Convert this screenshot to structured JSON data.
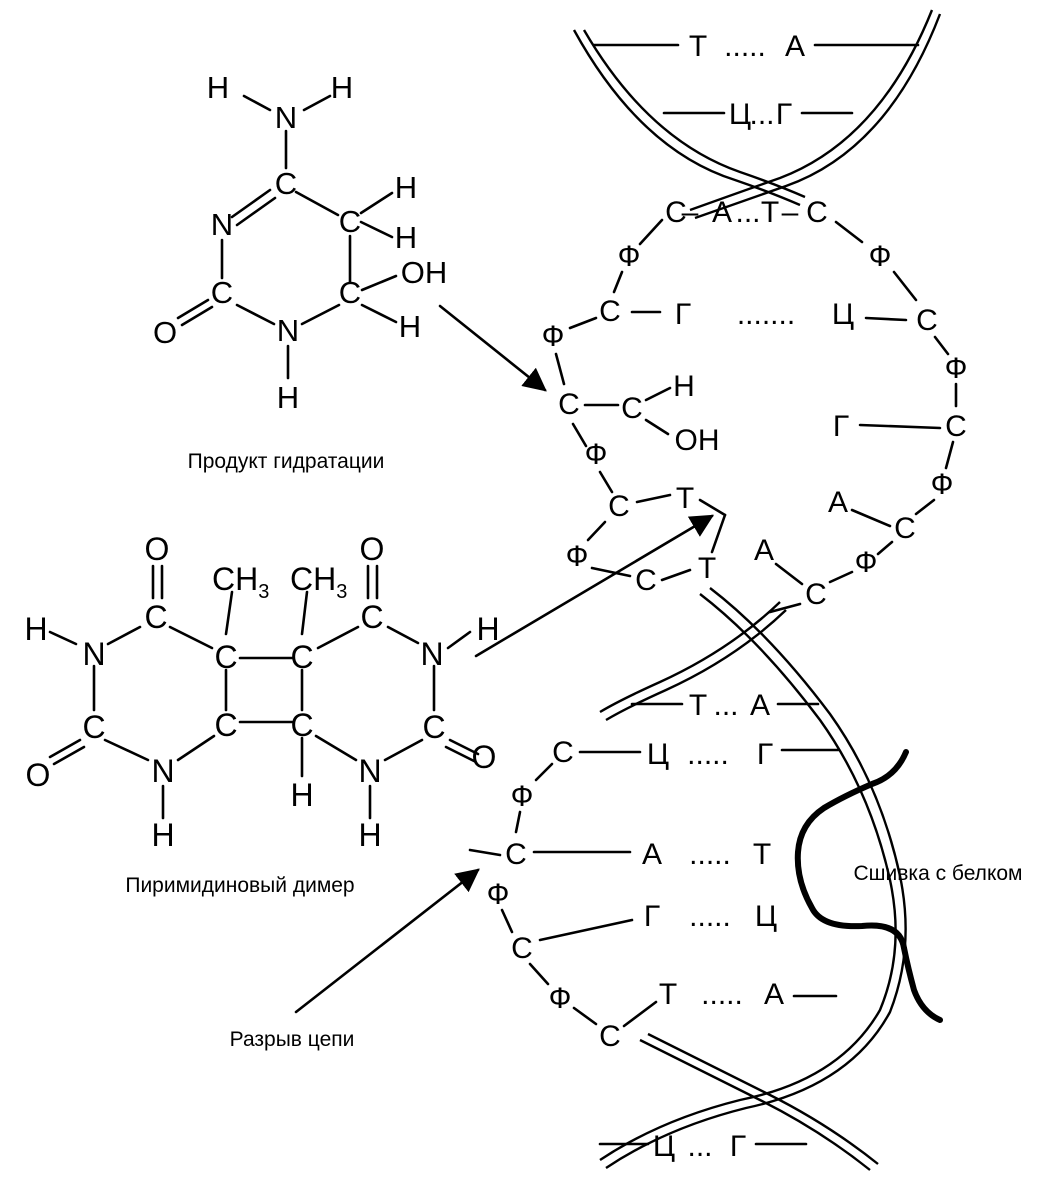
{
  "molecule1": {
    "caption": "Продукт гидратации",
    "atoms": {
      "h1": "H",
      "h2": "H",
      "n_amino": "N",
      "c4": "C",
      "n3": "N",
      "c5": "C",
      "h5a": "H",
      "h5b": "H",
      "c2": "C",
      "o2": "O",
      "n1": "N",
      "c6": "C",
      "oh": "OH",
      "h6": "H",
      "h_n1": "H"
    }
  },
  "molecule2": {
    "caption": "Пиримидиновый димер",
    "atoms": {
      "o_left": "O",
      "o_right": "O",
      "ch3_left": "CH",
      "ch3_left_sub": "3",
      "ch3_right": "CH",
      "ch3_right_sub": "3",
      "h_left": "H",
      "n_left": "N",
      "c_left_top": "C",
      "c_mid1": "C",
      "c_mid2": "C",
      "c_right_top": "C",
      "n_right": "N",
      "h_right": "H",
      "c_left2": "C",
      "o_left2": "O",
      "c_low1": "C",
      "c_low2": "C",
      "c_right2": "C",
      "o_right2": "O",
      "n_low_left": "N",
      "n_low_right": "N",
      "h_low_mid": "H",
      "h_bottom_left": "H",
      "h_bottom_right": "H"
    }
  },
  "labels": {
    "strand_break": "Разрыв цепи",
    "protein_crosslink": "Сшивка с белком"
  },
  "dna": {
    "top_pairs": [
      {
        "left": "Т",
        "dots": ".....",
        "right": "А"
      },
      {
        "left": "Ц",
        "dots": "...",
        "right": "Г"
      }
    ],
    "upper_loop": {
      "pair_at": {
        "left": "С",
        "dash": "–",
        "base": "А",
        "dots": "...",
        "base2": "Т",
        "dash2": "–",
        "right": "С"
      },
      "left_chain": [
        "Ф",
        "С",
        "Ф",
        "С",
        "Ф",
        "С",
        "Ф",
        "С"
      ],
      "pair_gc": {
        "left": "Г",
        "dots": ".......",
        "right": "Ц"
      },
      "hydration": {
        "h": "H",
        "oh": "OH"
      },
      "dimer_bases": [
        "Т",
        "Т"
      ],
      "right_chain": [
        "Ф",
        "С",
        "Ф",
        "С",
        "Ф",
        "С",
        "Ф",
        "С"
      ],
      "right_bases": [
        "Г",
        "А",
        "А"
      ]
    },
    "lower_pairs": [
      {
        "left": "Т",
        "dots": "...",
        "right": "А"
      },
      {
        "left": "Ц",
        "dots": ".....",
        "right": "Г"
      },
      {
        "left": "А",
        "dots": ".....",
        "right": "Т"
      },
      {
        "left": "Г",
        "dots": ".....",
        "right": "Ц"
      },
      {
        "left": "Т",
        "dots": ".....",
        "right": "А"
      }
    ],
    "lower_left_chain": [
      "С",
      "Ф",
      "С",
      "Ф",
      "С",
      "Ф",
      "С"
    ],
    "bottom_pair": {
      "left": "Ц",
      "dots": "...",
      "right": "Г"
    }
  }
}
